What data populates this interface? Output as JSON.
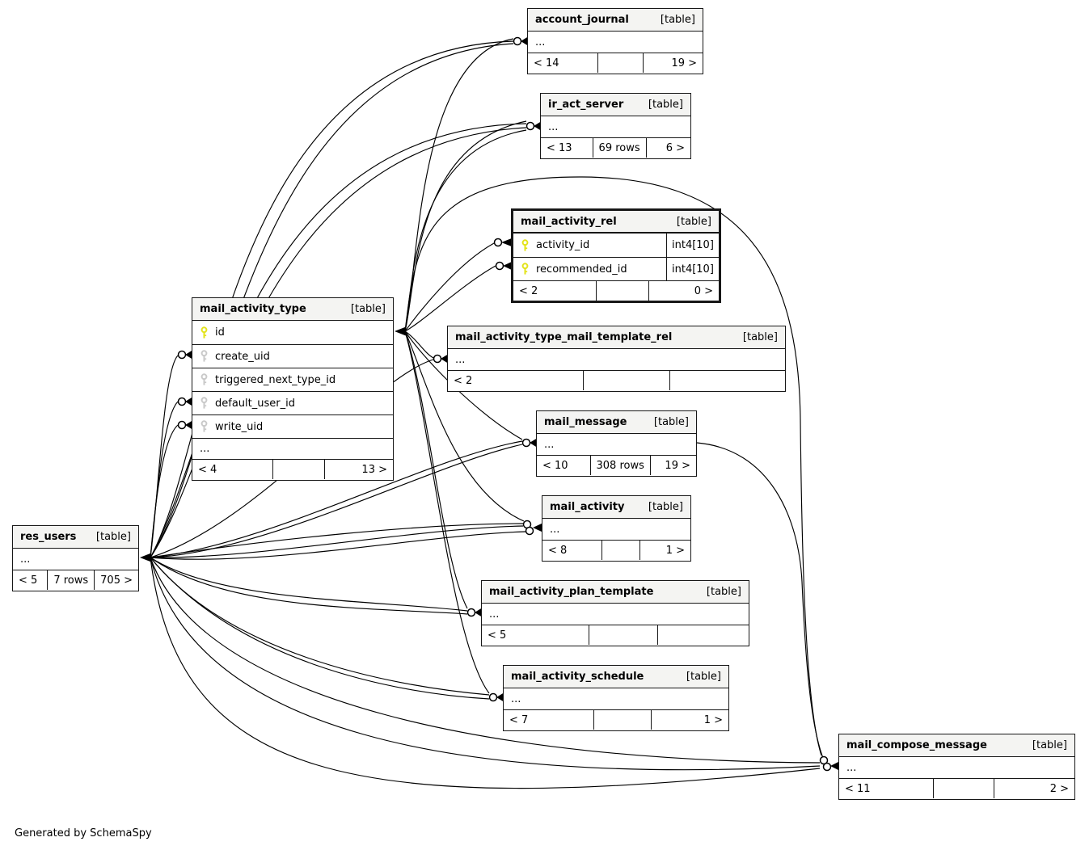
{
  "diagram": {
    "footer_note": "Generated by SchemaSpy",
    "type_label": "[table]",
    "tables": [
      {
        "name": "account_journal",
        "tag": "[table]",
        "emphasized": false,
        "rows": [
          {
            "name": "...",
            "dots": true
          }
        ],
        "footer": {
          "left": "< 14",
          "center": "",
          "right": "19 >"
        }
      },
      {
        "name": "ir_act_server",
        "tag": "[table]",
        "emphasized": false,
        "rows": [
          {
            "name": "...",
            "dots": true
          }
        ],
        "footer": {
          "left": "< 13",
          "center": "69 rows",
          "right": "6 >"
        }
      },
      {
        "name": "mail_activity_rel",
        "tag": "[table]",
        "emphasized": true,
        "rows": [
          {
            "name": "activity_id",
            "key": "pk",
            "type": "int4[10]"
          },
          {
            "name": "recommended_id",
            "key": "pk",
            "type": "int4[10]"
          }
        ],
        "footer": {
          "left": "< 2",
          "center": "",
          "right": "0 >"
        }
      },
      {
        "name": "mail_activity_type",
        "tag": "[table]",
        "emphasized": false,
        "rows": [
          {
            "name": "id",
            "key": "pk"
          },
          {
            "name": "create_uid",
            "key": "fk"
          },
          {
            "name": "triggered_next_type_id",
            "key": "fk"
          },
          {
            "name": "default_user_id",
            "key": "fk"
          },
          {
            "name": "write_uid",
            "key": "fk"
          },
          {
            "name": "...",
            "dots": true
          }
        ],
        "footer": {
          "left": "< 4",
          "center": "",
          "right": "13 >"
        }
      },
      {
        "name": "mail_activity_type_mail_template_rel",
        "tag": "[table]",
        "emphasized": false,
        "rows": [
          {
            "name": "...",
            "dots": true
          }
        ],
        "footer": {
          "left": "< 2",
          "center": "",
          "right": ""
        }
      },
      {
        "name": "mail_message",
        "tag": "[table]",
        "emphasized": false,
        "rows": [
          {
            "name": "...",
            "dots": true
          }
        ],
        "footer": {
          "left": "< 10",
          "center": "308 rows",
          "right": "19 >"
        }
      },
      {
        "name": "mail_activity",
        "tag": "[table]",
        "emphasized": false,
        "rows": [
          {
            "name": "...",
            "dots": true
          }
        ],
        "footer": {
          "left": "< 8",
          "center": "",
          "right": "1 >"
        }
      },
      {
        "name": "mail_activity_plan_template",
        "tag": "[table]",
        "emphasized": false,
        "rows": [
          {
            "name": "...",
            "dots": true
          }
        ],
        "footer": {
          "left": "< 5",
          "center": "",
          "right": ""
        }
      },
      {
        "name": "mail_activity_schedule",
        "tag": "[table]",
        "emphasized": false,
        "rows": [
          {
            "name": "...",
            "dots": true
          }
        ],
        "footer": {
          "left": "< 7",
          "center": "",
          "right": "1 >"
        }
      },
      {
        "name": "res_users",
        "tag": "[table]",
        "emphasized": false,
        "rows": [
          {
            "name": "...",
            "dots": true
          }
        ],
        "footer": {
          "left": "< 5",
          "center": "7 rows",
          "right": "705 >"
        }
      },
      {
        "name": "mail_compose_message",
        "tag": "[table]",
        "emphasized": false,
        "rows": [
          {
            "name": "...",
            "dots": true
          }
        ],
        "footer": {
          "left": "< 11",
          "center": "",
          "right": "2 >"
        }
      }
    ],
    "relationships": [
      {
        "from": "res_users",
        "to": "account_journal"
      },
      {
        "from": "res_users",
        "to": "account_journal"
      },
      {
        "from": "res_users",
        "to": "ir_act_server"
      },
      {
        "from": "res_users",
        "to": "ir_act_server"
      },
      {
        "from": "res_users",
        "to": "mail_activity_type",
        "to_column": "create_uid"
      },
      {
        "from": "res_users",
        "to": "mail_activity_type",
        "to_column": "default_user_id"
      },
      {
        "from": "res_users",
        "to": "mail_activity_type",
        "to_column": "write_uid"
      },
      {
        "from": "res_users",
        "to": "mail_activity_type_mail_template_rel"
      },
      {
        "from": "res_users",
        "to": "mail_message"
      },
      {
        "from": "res_users",
        "to": "mail_message"
      },
      {
        "from": "res_users",
        "to": "mail_activity"
      },
      {
        "from": "res_users",
        "to": "mail_activity"
      },
      {
        "from": "res_users",
        "to": "mail_activity"
      },
      {
        "from": "res_users",
        "to": "mail_activity_plan_template"
      },
      {
        "from": "res_users",
        "to": "mail_activity_plan_template"
      },
      {
        "from": "res_users",
        "to": "mail_activity_schedule"
      },
      {
        "from": "res_users",
        "to": "mail_activity_schedule"
      },
      {
        "from": "res_users",
        "to": "mail_compose_message"
      },
      {
        "from": "res_users",
        "to": "mail_compose_message"
      },
      {
        "from": "res_users",
        "to": "mail_compose_message"
      },
      {
        "from": "mail_activity_type",
        "to": "account_journal"
      },
      {
        "from": "mail_activity_type",
        "to": "ir_act_server"
      },
      {
        "from": "mail_activity_type",
        "to": "ir_act_server"
      },
      {
        "from": "mail_activity_type",
        "to": "mail_activity_rel",
        "to_column": "activity_id"
      },
      {
        "from": "mail_activity_type",
        "to": "mail_activity_rel",
        "to_column": "recommended_id"
      },
      {
        "from": "mail_activity_type",
        "to": "mail_activity_type_mail_template_rel"
      },
      {
        "from": "mail_activity_type",
        "to": "mail_message"
      },
      {
        "from": "mail_activity_type",
        "to": "mail_activity"
      },
      {
        "from": "mail_activity_type",
        "to": "mail_activity_plan_template"
      },
      {
        "from": "mail_activity_type",
        "to": "mail_activity_schedule"
      },
      {
        "from": "mail_activity_type",
        "to": "mail_compose_message"
      },
      {
        "from": "mail_message",
        "to": "mail_compose_message"
      }
    ],
    "key_colors": {
      "pk": "#e3e31a",
      "fk": "#c9c9c9"
    }
  }
}
